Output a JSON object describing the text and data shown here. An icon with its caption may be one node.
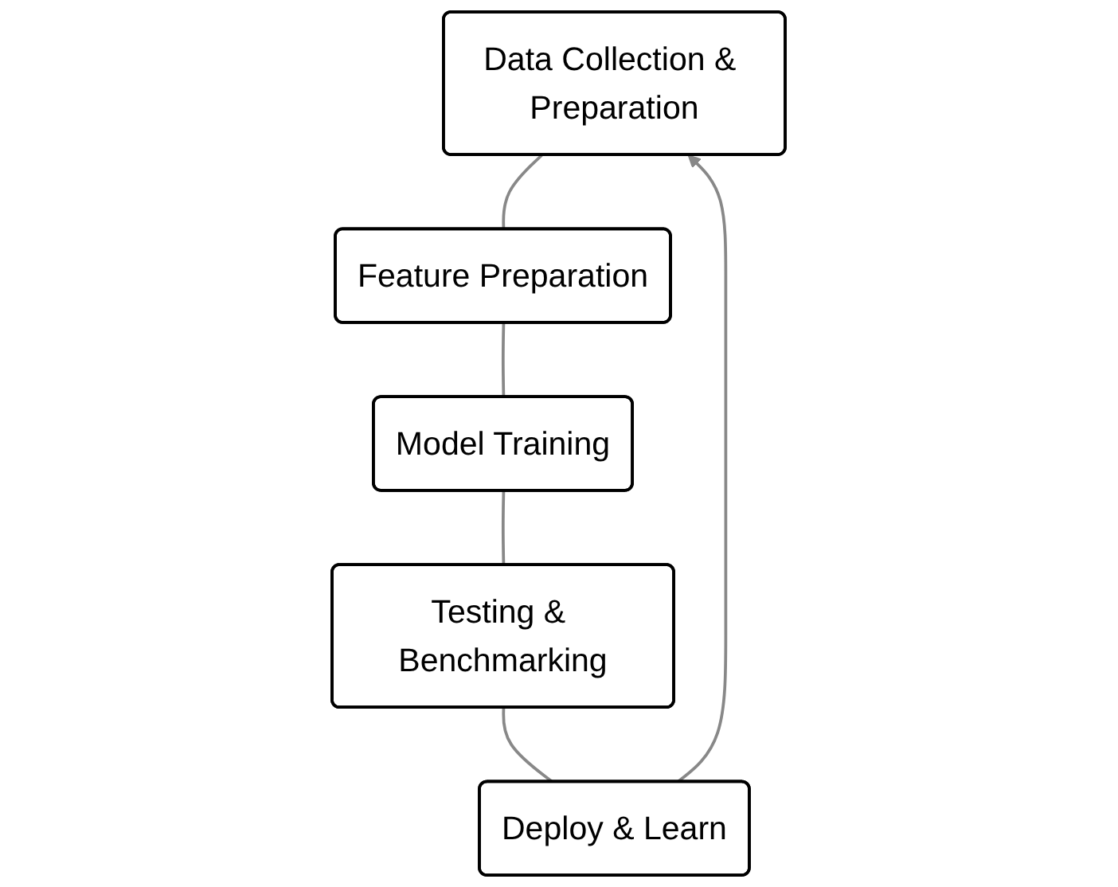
{
  "diagram": {
    "nodes": [
      {
        "text": [
          "Data Collection & Preparation"
        ]
      },
      {
        "text": [
          "Feature Preparation"
        ]
      },
      {
        "text": [
          "Model Training"
        ]
      },
      {
        "text": [
          "Testing & Benchmarking"
        ]
      },
      {
        "text": [
          "Deploy & Learn"
        ]
      }
    ],
    "edges": [
      {
        "from": 0,
        "to": 1,
        "arrow": "none"
      },
      {
        "from": 1,
        "to": 2,
        "arrow": "none"
      },
      {
        "from": 2,
        "to": 3,
        "arrow": "none"
      },
      {
        "from": 3,
        "to": 4,
        "arrow": "none"
      },
      {
        "from": 4,
        "to": 0,
        "arrow": "to"
      }
    ]
  }
}
